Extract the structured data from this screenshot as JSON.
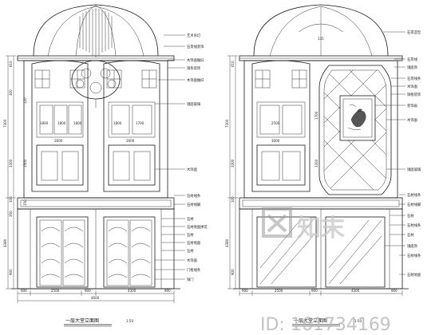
{
  "left_elevation": {
    "title": "一层大堂立面图",
    "scale": "1:50",
    "callouts": [
      "艺术吊灯",
      "石膏线装饰",
      "木饰面做旧",
      "铜条装饰",
      "木饰面做旧",
      "镜面玻璃",
      "木饰面",
      "石材线条",
      "石材线脚",
      "石材",
      "石材地面拼花",
      "石材",
      "石材地面",
      "石材",
      "木饰面",
      "门框线条",
      "铜门"
    ],
    "vertical_dims": [
      "7300",
      "4380",
      "610",
      "300",
      "3300",
      "100",
      "350",
      "900"
    ],
    "horizontal_dims": [
      "900",
      "2500",
      "900",
      "4300",
      "900",
      "4600"
    ],
    "inner_dims": [
      "1800",
      "1800",
      "1800",
      "2600",
      "2600",
      "1800",
      "1700"
    ],
    "side_dims": [
      "120",
      "1500",
      "350"
    ]
  },
  "right_elevation": {
    "title": "一层大堂立面图",
    "scale": "1:50",
    "top_label": "135",
    "callouts": [
      "石膏造型",
      "石膏线",
      "镜面饰",
      "石膏线条",
      "木饰面",
      "铜框装饰",
      "装饰画",
      "木饰面",
      "镜面玻璃",
      "石材线条",
      "石材线脚",
      "石材",
      "石材线条",
      "石材",
      "镜面饰",
      "石材线条",
      "石材地面"
    ],
    "vertical_dims": [
      "7300",
      "4380",
      "610",
      "3300",
      "100",
      "900"
    ],
    "horizontal_dims": [
      "900",
      "2500",
      "900",
      "4300",
      "900"
    ],
    "inner_dims": [
      "3000",
      "2500",
      "1700",
      "3300"
    ]
  },
  "watermark": {
    "brand": "知末",
    "id_text": "ID: 161734169"
  }
}
